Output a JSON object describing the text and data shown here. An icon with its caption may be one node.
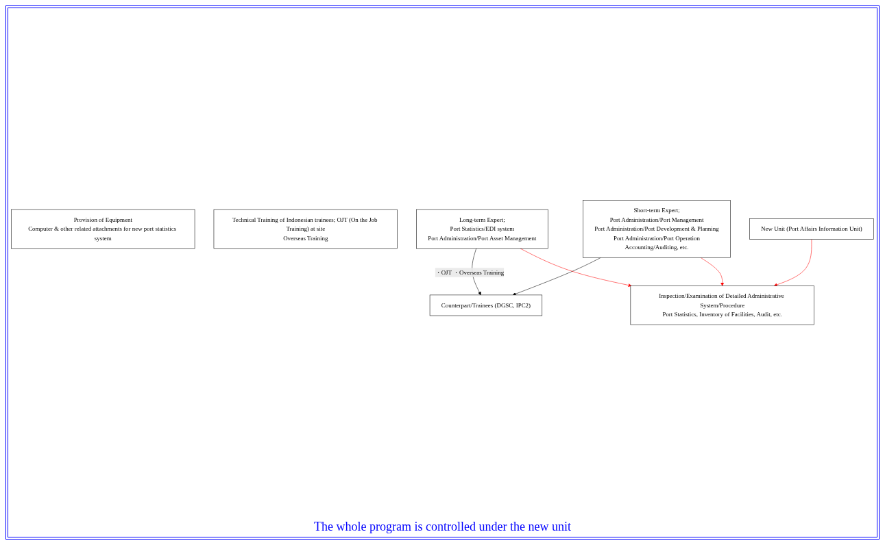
{
  "diagram": {
    "nodes": [
      {
        "text": [
          "Provision of Equipment",
          "Computer & other related attachments for new port statistics system"
        ]
      },
      {
        "text": [
          "Technical Training of Indonesian trainees; OJT (On the Job Training) at site",
          "Overseas Training"
        ]
      },
      {
        "text": [
          "Counterpart/Trainees (DGSC, IPC2)"
        ]
      },
      {
        "text": [
          "Long-term Expert;",
          "Port Statistics/EDI system",
          "Port Administration/Port Asset Management"
        ]
      },
      {
        "text": [
          "Short-term Expert;",
          "Port Administration/Port Management",
          "Port Administration/Port Development & Planning",
          "Port Administration/Port Operation",
          "Accounting/Auditing, etc."
        ]
      },
      {
        "text": [
          "Inspection/Examination of Detailed Administrative System/Procedure",
          "Port Statistics, Inventory of Facilities, Audit, etc."
        ]
      },
      {
        "text": [
          "New Unit (Port Affairs Information Unit)"
        ]
      }
    ],
    "edges": [
      {
        "from": 3,
        "to": 2,
        "arrow": "to",
        "label": "・OJT ・Overseas Training",
        "color": "#000000"
      },
      {
        "from": 4,
        "to": 2,
        "arrow": "to",
        "color": "#000000"
      },
      {
        "from": 4,
        "to": 5,
        "arrow": "to",
        "color": "#ff0000"
      },
      {
        "from": 3,
        "to": 5,
        "arrow": "to",
        "color": "#ff0000"
      },
      {
        "from": 6,
        "to": 5,
        "arrow": "to",
        "color": "#ff0000"
      }
    ],
    "labels": [
      "The whole program is controlled under the new unit"
    ]
  }
}
